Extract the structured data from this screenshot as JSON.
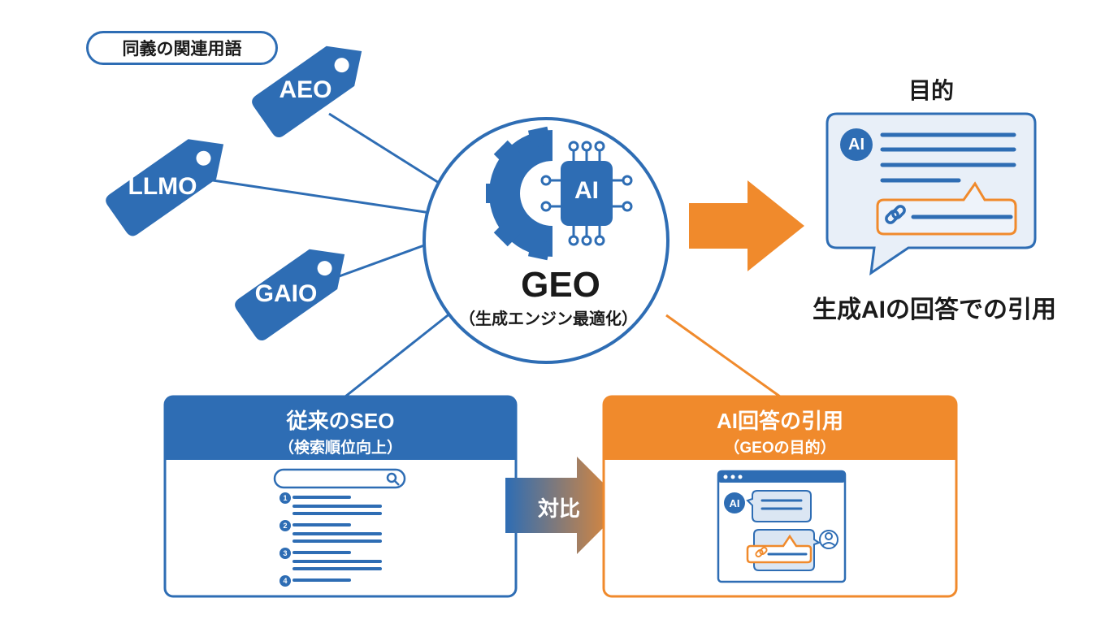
{
  "related": {
    "label": "同義の関連用語",
    "tags": [
      "AEO",
      "LLMO",
      "GAIO"
    ]
  },
  "center": {
    "chip_label": "AI",
    "title": "GEO",
    "subtitle": "（生成エンジン最適化）"
  },
  "purpose": {
    "title": "目的",
    "badge": "AI",
    "caption": "生成AIの回答での引用"
  },
  "seo_box": {
    "title": "従来のSEO",
    "subtitle": "（検索順位向上）",
    "ranks": [
      "1",
      "2",
      "3",
      "4"
    ]
  },
  "compare_label": "対比",
  "ai_box": {
    "title": "AI回答の引用",
    "subtitle": "（GEOの目的）",
    "badge": "AI"
  },
  "colors": {
    "blue": "#2e6db4",
    "orange": "#f08a2c",
    "light_blue": "#e8eff8"
  },
  "icons": [
    "gear-icon",
    "ai-chip-icon",
    "link-icon",
    "search-icon",
    "user-icon",
    "window-dots-icon"
  ]
}
